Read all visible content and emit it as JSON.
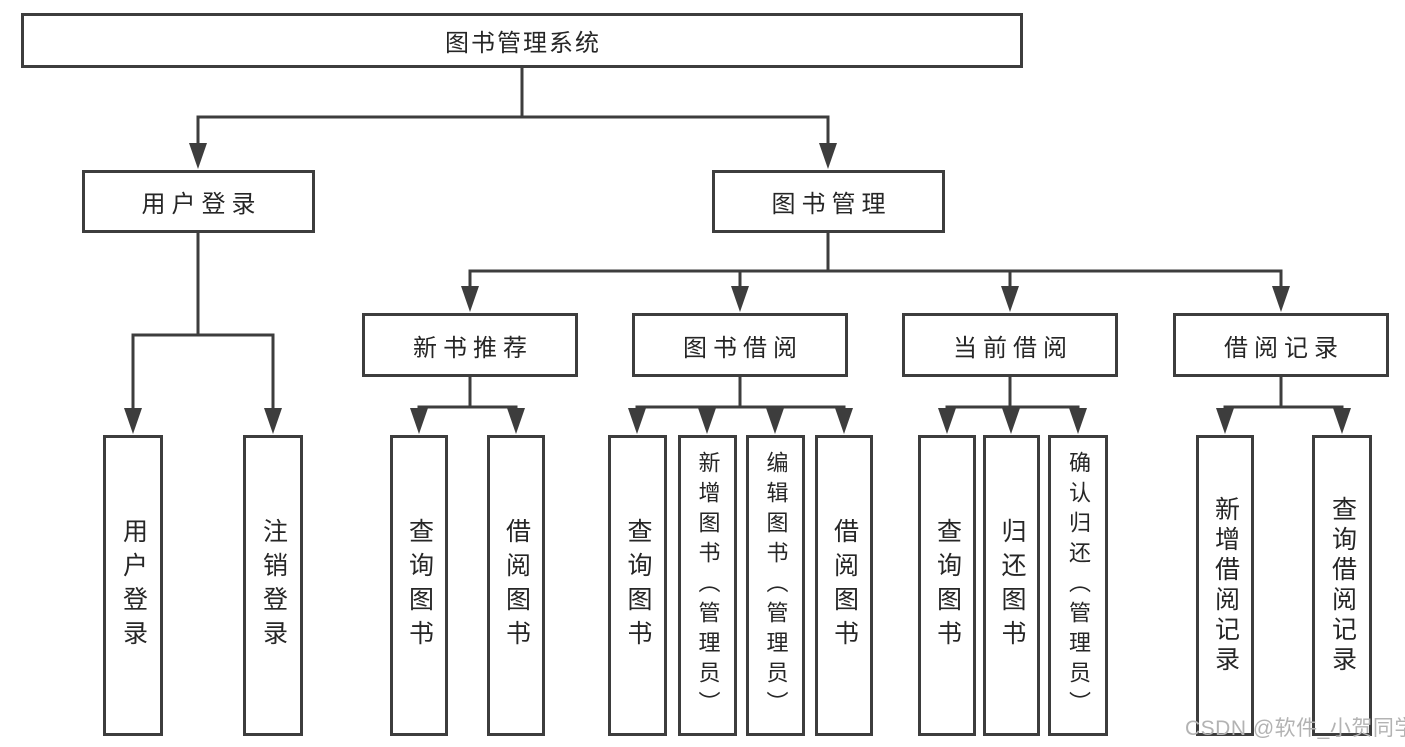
{
  "diagram": {
    "root_label": "图书管理系统",
    "user_branch": {
      "label": "用户登录",
      "children": [
        "用户登录",
        "注销登录"
      ]
    },
    "mgmt_branch": {
      "label": "图书管理",
      "categories": [
        {
          "label": "新书推荐",
          "children": [
            "查询图书",
            "借阅图书"
          ]
        },
        {
          "label": "图书借阅",
          "children": [
            "查询图书",
            "新增图书（管理员）",
            "编辑图书（管理员）",
            "借阅图书"
          ]
        },
        {
          "label": "当前借阅",
          "children": [
            "查询图书",
            "归还图书",
            "确认归还（管理员）"
          ]
        },
        {
          "label": "借阅记录",
          "children": [
            "新增借阅记录",
            "查询借阅记录"
          ]
        }
      ]
    },
    "watermark": "CSDN @软件_小贺同学",
    "colors": {
      "line": "#3d3d3d",
      "text": "#262626",
      "watermark_text": "#b3b3b3",
      "background": "#ffffff"
    }
  }
}
